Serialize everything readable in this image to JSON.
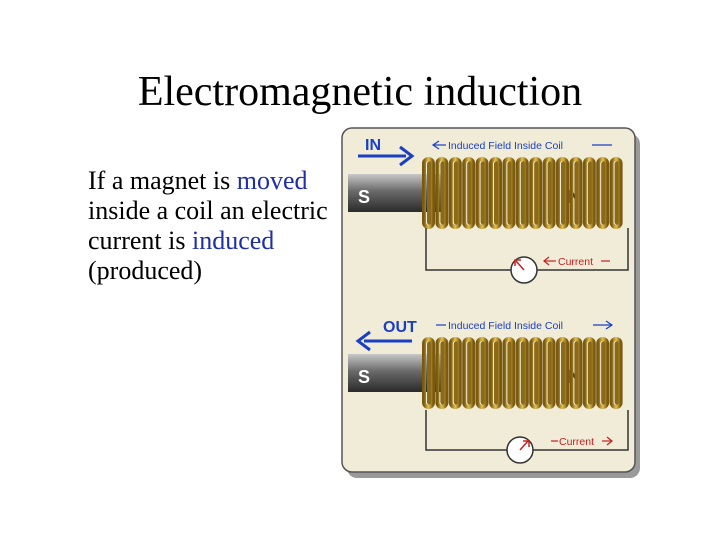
{
  "slide": {
    "title": "Electromagnetic induction",
    "body": {
      "part1": "If a magnet is ",
      "highlight1": "moved",
      "part2": " inside a coil an electric current is ",
      "highlight2": "induced",
      "part3": " (produced)"
    }
  },
  "diagram": {
    "top": {
      "direction_label": "IN",
      "field_label": "Induced Field Inside Coil",
      "current_label": "Current",
      "magnet_south": "S",
      "magnet_north": "N"
    },
    "bottom": {
      "direction_label": "OUT",
      "field_label": "Induced Field Inside Coil",
      "current_label": "Current",
      "magnet_south": "S",
      "magnet_north": "N"
    }
  },
  "colors": {
    "highlight_text": "#1e2fa8",
    "arrow_blue": "#1a3fc4",
    "coil_gold": "#b58a1c",
    "panel_bg": "#f0ecd8"
  }
}
